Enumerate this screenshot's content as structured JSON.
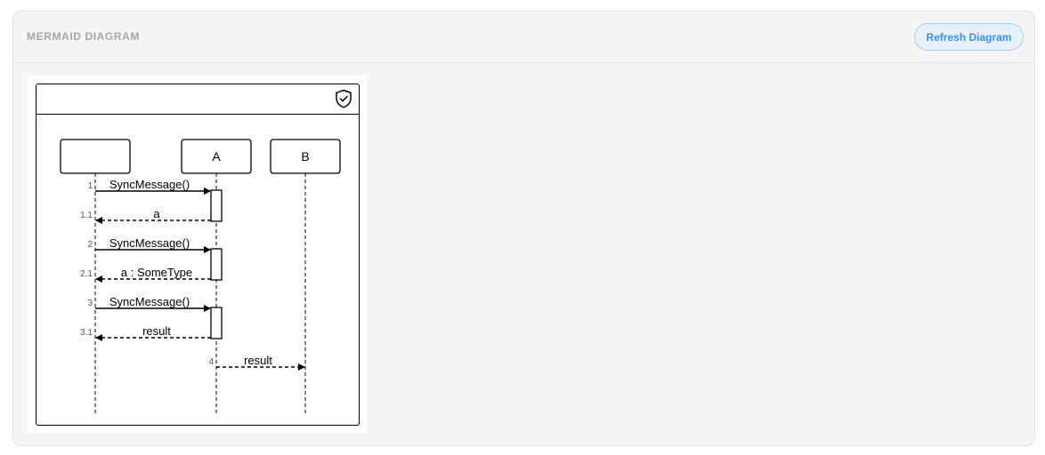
{
  "panel": {
    "title": "MERMAID DIAGRAM",
    "refresh_label": "Refresh Diagram"
  },
  "diagram": {
    "participants": [
      "",
      "A",
      "B"
    ],
    "messages": [
      {
        "num": "1",
        "label": "SyncMessage()"
      },
      {
        "num": "1.1",
        "label": "a"
      },
      {
        "num": "2",
        "label": "SyncMessage()"
      },
      {
        "num": "2.1",
        "label": "a : SomeType"
      },
      {
        "num": "3",
        "label": "SyncMessage()"
      },
      {
        "num": "3.1",
        "label": "result"
      },
      {
        "num": "4",
        "label": "result"
      }
    ],
    "badge_icon": "shield-check-icon"
  }
}
